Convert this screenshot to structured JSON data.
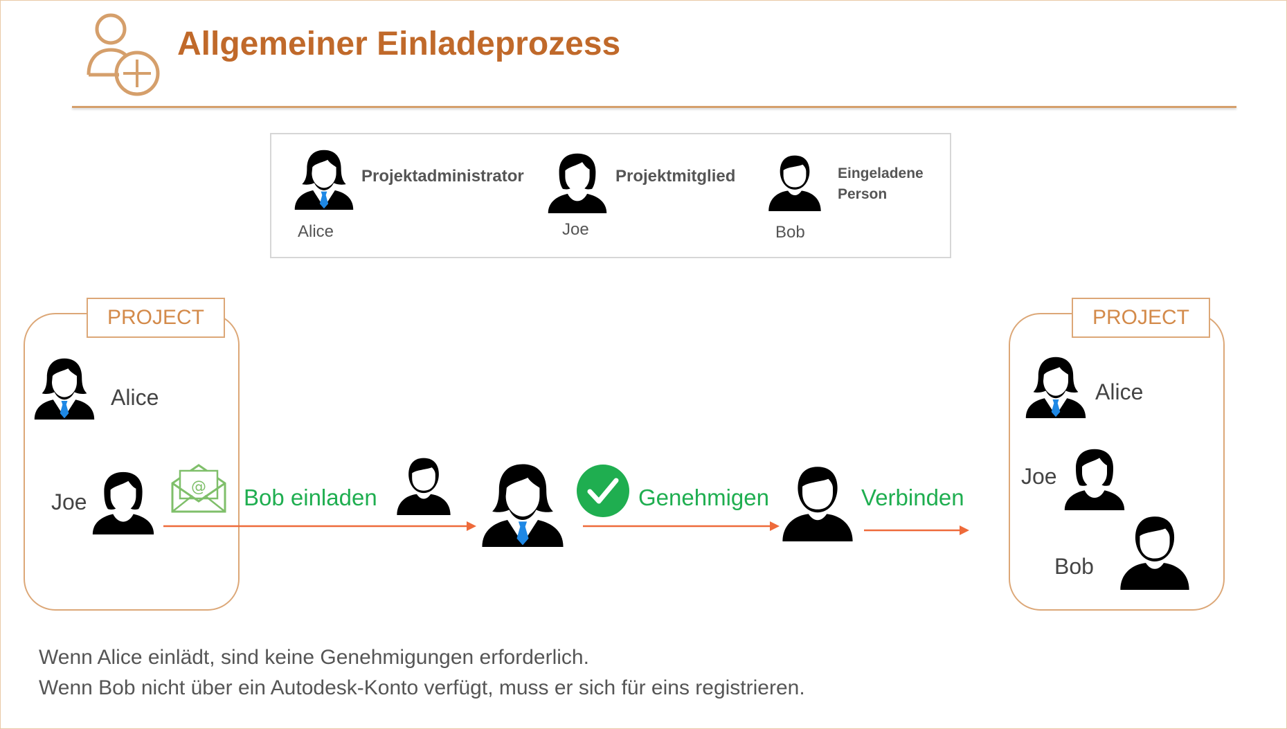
{
  "title": "Allgemeiner Einladeprozess",
  "legend": {
    "admin": {
      "role": "Projektadministrator",
      "name": "Alice"
    },
    "member": {
      "role": "Projektmitglied",
      "name": "Joe"
    },
    "invitee": {
      "role_line1": "Eingeladene",
      "role_line2": "Person",
      "name": "Bob"
    }
  },
  "project_left": {
    "label": "PROJECT",
    "members": [
      "Alice",
      "Joe"
    ]
  },
  "project_right": {
    "label": "PROJECT",
    "members": [
      "Alice",
      "Joe",
      "Bob"
    ]
  },
  "steps": [
    "Bob einladen",
    "Genehmigen",
    "Verbinden"
  ],
  "notes": [
    "Wenn Alice einlädt, sind keine Genehmigungen erforderlich.",
    "Wenn Bob nicht über ein Autodesk-Konto verfügt, muss er sich für eins registrieren."
  ],
  "colors": {
    "accent": "#c0692a",
    "green": "#1fae50",
    "arrow": "#ee6a3a",
    "tie": "#1e88e5"
  }
}
